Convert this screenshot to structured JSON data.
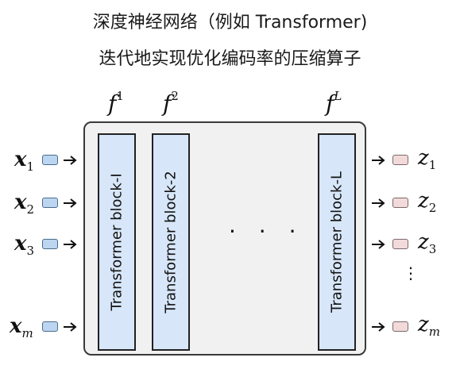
{
  "title": {
    "line1": "深度神经网络（例如 Transformer)",
    "line2": "迭代地实现优化编码率的压缩算子"
  },
  "layers": [
    {
      "f": "f",
      "sup": "1",
      "block_label": "Transformer block-I"
    },
    {
      "f": "f",
      "sup": "2",
      "block_label": "Transformer block-2"
    },
    {
      "f": "f",
      "sup": "L",
      "block_label": "Transformer block-L"
    }
  ],
  "ellipsis": "· · ·",
  "inputs": [
    {
      "base": "x",
      "sub": "1"
    },
    {
      "base": "x",
      "sub": "2"
    },
    {
      "base": "x",
      "sub": "3"
    },
    {
      "base": "x",
      "sub": "m"
    }
  ],
  "outputs": [
    {
      "base": "z",
      "sub": "1"
    },
    {
      "base": "z",
      "sub": "2"
    },
    {
      "base": "z",
      "sub": "3"
    },
    {
      "base": "z",
      "sub": "m"
    }
  ],
  "vertical_ellipsis": "⋮",
  "colors": {
    "block_fill": "#d7e6f8",
    "outer_fill": "#f1f1f1",
    "input_token": "#bcd6f2",
    "output_token": "#f3dada"
  }
}
